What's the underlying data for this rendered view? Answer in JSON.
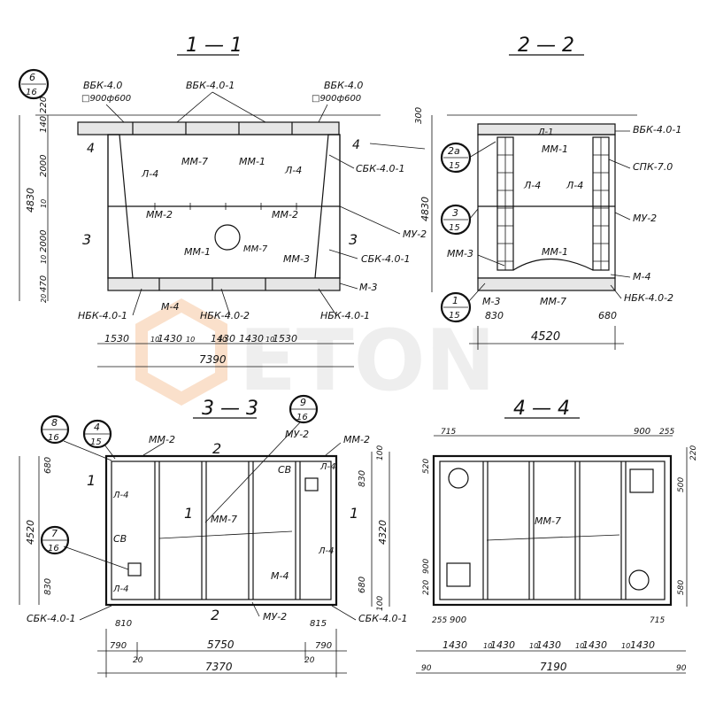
{
  "watermark": {
    "text": "ETON",
    "color": "#f2a56b"
  },
  "section_1_1": {
    "title": "1 — 1",
    "callout": {
      "top": "6",
      "bottom": "16"
    },
    "labels": {
      "vbk_left": "ВБК-4.0",
      "vbk_left_size": "□900ф600",
      "vbk_mid": "ВБК-4.0-1",
      "vbk_right": "ВБК-4.0",
      "vbk_right_size": "□900ф600",
      "l4_left": "Л-4",
      "mm7": "ММ-7",
      "mm1_top": "ММ-1",
      "l4_right": "Л-4",
      "sbk_top": "СБК-4.0-1",
      "mm2_left": "ММ-2",
      "mm2_right": "ММ-2",
      "mu2": "МУ-2",
      "mm1_bottom": "ММ-1",
      "mm7_bottom": "ММ-7",
      "mm3": "ММ-3",
      "sbk_bottom": "СБК-4.0-1",
      "m3": "М-3",
      "nbk_left": "НБК-4.0-1",
      "m4": "М-4",
      "nbk_mid": "НБК-4.0-2",
      "nbk_right": "НБК-4.0-1",
      "cut_4": "4",
      "cut_3": "3"
    },
    "dims_left": [
      "220",
      "140",
      "2000",
      "10",
      "2000",
      "10",
      "470",
      "20"
    ],
    "dim_total_h": "4830",
    "dims_bottom": [
      "1530",
      "10",
      "1430",
      "10",
      "1430",
      "10",
      "1430",
      "10",
      "1530"
    ],
    "dim_total_w": "7390"
  },
  "section_2_2": {
    "title": "2 — 2",
    "callout_2a": {
      "top": "2а",
      "bottom": "15"
    },
    "callout_3": {
      "top": "3",
      "bottom": "15"
    },
    "callout_1": {
      "top": "1",
      "bottom": "15"
    },
    "labels": {
      "l1": "Л-1",
      "vbk": "ВБК-4.0-1",
      "mm1_top": "ММ-1",
      "spk": "СПК-7.0",
      "l4a": "Л-4",
      "l4b": "Л-4",
      "mu2": "МУ-2",
      "mm3": "ММ-3",
      "mm1_bottom": "ММ-1",
      "m4": "М-4",
      "m3": "М-3",
      "mm7": "ММ-7",
      "nbk": "НБК-4.0-2"
    },
    "dims": {
      "top": "300",
      "height": "4830",
      "left_bottom": "830",
      "right_bottom": "680",
      "width": "4520"
    }
  },
  "section_3_3": {
    "title": "3 — 3",
    "callout_8": {
      "top": "8",
      "bottom": "16"
    },
    "callout_4": {
      "top": "4",
      "bottom": "15"
    },
    "callout_9": {
      "top": "9",
      "bottom": "16"
    },
    "callout_7": {
      "top": "7",
      "bottom": "16"
    },
    "labels": {
      "mm2_left": "ММ-2",
      "mu2_top": "МУ-2",
      "mm2_right": "ММ-2",
      "cb_top": "СВ",
      "l4_tr": "Л-4",
      "l4_tl": "Л-4",
      "mm7": "ММ-7",
      "cb_bottom": "СВ",
      "l4_bl": "Л-4",
      "m4": "М-4",
      "l4_br": "Л-4",
      "mu2_bottom": "МУ-2",
      "sbk_left": "СБК-4.0-1",
      "sbk_right": "СБК-4.0-1",
      "cut_1": "1",
      "cut_2": "2"
    },
    "dims": {
      "top_left": "680",
      "total_h_left": "4520",
      "bottom_left": "830",
      "right_top1": "100",
      "right_top2": "830",
      "right_total": "4320",
      "right_b1": "680",
      "right_b2": "100",
      "d810": "810",
      "d815": "815",
      "d790a": "790",
      "d20a": "20",
      "d5750": "5750",
      "d20b": "20",
      "d790b": "790",
      "d7370": "7370"
    }
  },
  "section_4_4": {
    "title": "4 — 4",
    "labels": {
      "mm7": "ММ-7"
    },
    "dims": {
      "d715_top": "715",
      "d900_top": "900",
      "d255_top": "255",
      "d520": "520",
      "d220_top": "220",
      "d500": "500",
      "d900_left": "900",
      "d220_left": "220",
      "d580": "580",
      "d255_bottom": "255",
      "d900_bottom": "900",
      "d715_bottom": "715",
      "spans": [
        "1430",
        "10",
        "1430",
        "10",
        "1430",
        "10",
        "1430",
        "10",
        "1430"
      ],
      "d90a": "90",
      "d7190": "7190",
      "d90b": "90"
    }
  }
}
